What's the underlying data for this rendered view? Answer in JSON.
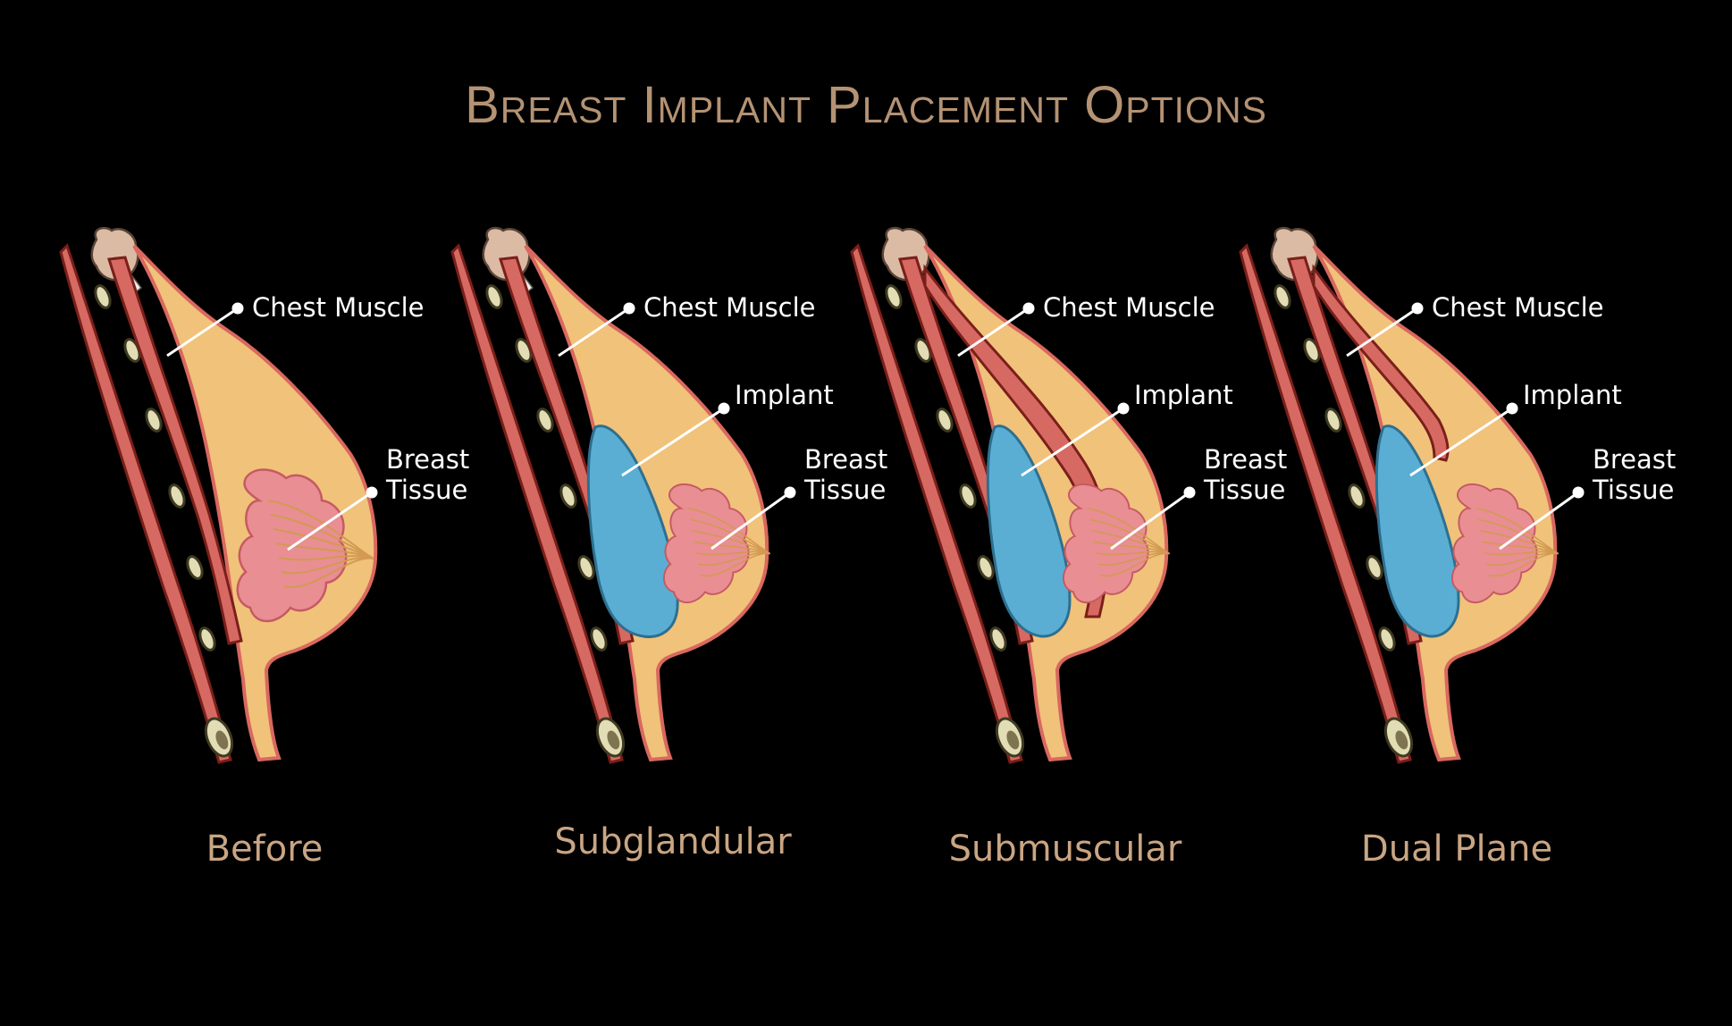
{
  "title": "Breast Implant Placement Options",
  "colors": {
    "background": "#000000",
    "title": "#b49273",
    "caption": "#c9a583",
    "label": "#ffffff",
    "skin_fill": "#f1c27a",
    "skin_outline": "#d9685f",
    "muscle_fill": "#d66a63",
    "muscle_outline": "#7a1f1a",
    "rib_fill": "#e2ddb4",
    "rib_outline": "#3e3a22",
    "bone_fill": "#dcbba4",
    "implant_fill": "#5aaed4",
    "implant_outline": "#2e6f8f",
    "gland_fill": "#e98e93",
    "gland_outline": "#c55a63",
    "duct": "#d29a52"
  },
  "panels": [
    {
      "caption": "Before",
      "implant": "none",
      "labels": {
        "chest_muscle": "Chest Muscle",
        "breast_tissue": [
          "Breast",
          "Tissue"
        ]
      }
    },
    {
      "caption": "Subglandular",
      "implant": "subglandular",
      "labels": {
        "chest_muscle": "Chest Muscle",
        "implant": "Implant",
        "breast_tissue": [
          "Breast",
          "Tissue"
        ]
      }
    },
    {
      "caption": "Submuscular",
      "implant": "submuscular",
      "labels": {
        "chest_muscle": "Chest Muscle",
        "implant": "Implant",
        "breast_tissue": [
          "Breast",
          "Tissue"
        ]
      }
    },
    {
      "caption": "Dual Plane",
      "implant": "dual-plane",
      "labels": {
        "chest_muscle": "Chest Muscle",
        "implant": "Implant",
        "breast_tissue": [
          "Breast",
          "Tissue"
        ]
      }
    }
  ]
}
